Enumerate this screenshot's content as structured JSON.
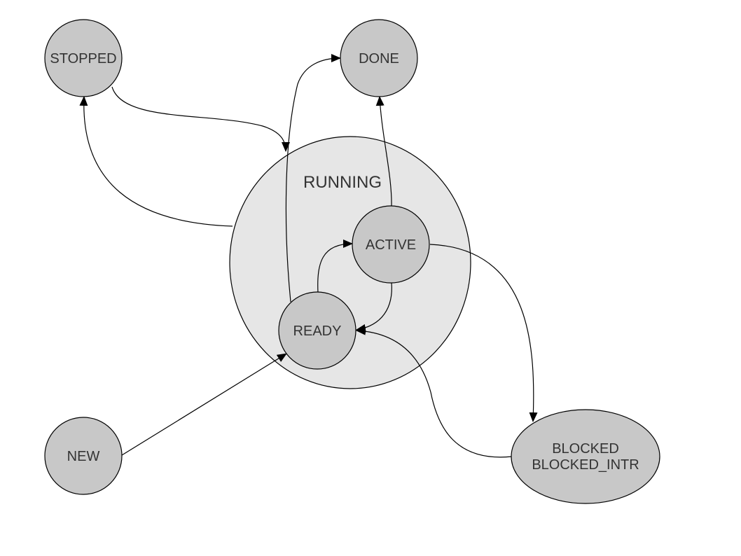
{
  "diagram": {
    "container": {
      "label": "RUNNING",
      "fill": "#e6e6e6"
    },
    "colors": {
      "node_fill": "#c8c8c8",
      "stroke": "#000000",
      "text": "#333333",
      "background": "#ffffff"
    },
    "nodes": {
      "stopped": {
        "label": "STOPPED"
      },
      "done": {
        "label": "DONE"
      },
      "active": {
        "label": "ACTIVE"
      },
      "ready": {
        "label": "READY"
      },
      "new": {
        "label": "NEW"
      },
      "blocked": {
        "label_line1": "BLOCKED",
        "label_line2": "BLOCKED_INTR"
      }
    },
    "edges": [
      {
        "from": "STOPPED",
        "to": "RUNNING"
      },
      {
        "from": "RUNNING",
        "to": "STOPPED"
      },
      {
        "from": "READY",
        "to": "DONE"
      },
      {
        "from": "ACTIVE",
        "to": "DONE"
      },
      {
        "from": "READY",
        "to": "ACTIVE"
      },
      {
        "from": "ACTIVE",
        "to": "READY"
      },
      {
        "from": "ACTIVE",
        "to": "BLOCKED"
      },
      {
        "from": "BLOCKED",
        "to": "READY"
      },
      {
        "from": "NEW",
        "to": "READY"
      }
    ]
  }
}
